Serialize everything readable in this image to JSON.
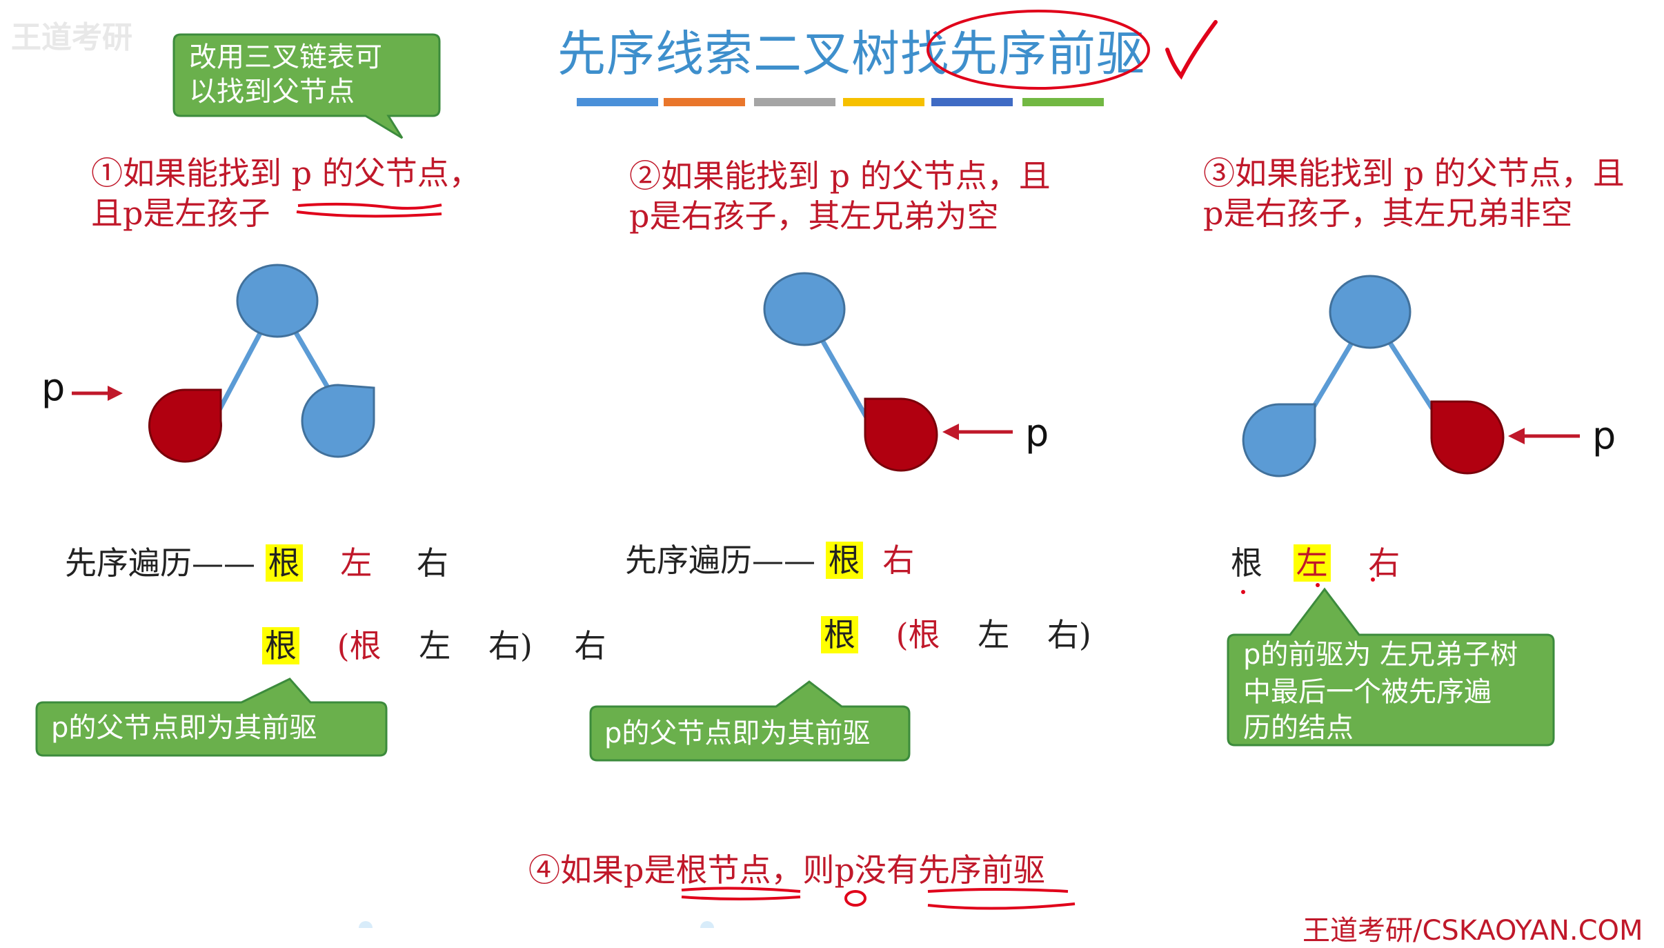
{
  "title": "先序线索二叉树找先序前驱",
  "watermark": "王道考研",
  "title_stripes": [
    "#4a90d9",
    "#e9762b",
    "#a5a5a5",
    "#f6c000",
    "#3f6bc4",
    "#72b843"
  ],
  "top_callout": {
    "line1": "改用三叉链表可",
    "line2": "以找到父节点"
  },
  "case1": {
    "line1": "①如果能找到 p 的父节点，",
    "line2": "且p是左孩子",
    "p_label": "p",
    "seq1_prefix": "先序遍历——",
    "seq1": [
      "根",
      "左",
      "右"
    ],
    "seq2": [
      "根",
      "(根",
      "左",
      "右)",
      "右"
    ],
    "callout": "p的父节点即为其前驱"
  },
  "case2": {
    "line1": "②如果能找到 p 的父节点，且",
    "line2": "p是右孩子，其左兄弟为空",
    "p_label": "p",
    "seq1_prefix": "先序遍历——",
    "seq1": [
      "根",
      "右"
    ],
    "seq2": [
      "根",
      "(根",
      "左",
      "右)"
    ],
    "callout": "p的父节点即为其前驱"
  },
  "case3": {
    "line1": "③如果能找到 p 的父节点，且",
    "line2": "p是右孩子，其左兄弟非空",
    "p_label": "p",
    "seq1": [
      "根",
      "左",
      "右"
    ],
    "callout": {
      "line1": "p的前驱为 左兄弟子树",
      "line2": "中最后一个被先序遍",
      "line3": "历的结点"
    }
  },
  "case4": "④如果p是根节点，则p没有先序前驱",
  "footer": "王道考研/CSKAOYAN.COM",
  "colors": {
    "node_blue": "#5b9bd5",
    "node_red": "#b10010",
    "callout_green": "#6ab04c",
    "ink_red": "#e0001a"
  }
}
